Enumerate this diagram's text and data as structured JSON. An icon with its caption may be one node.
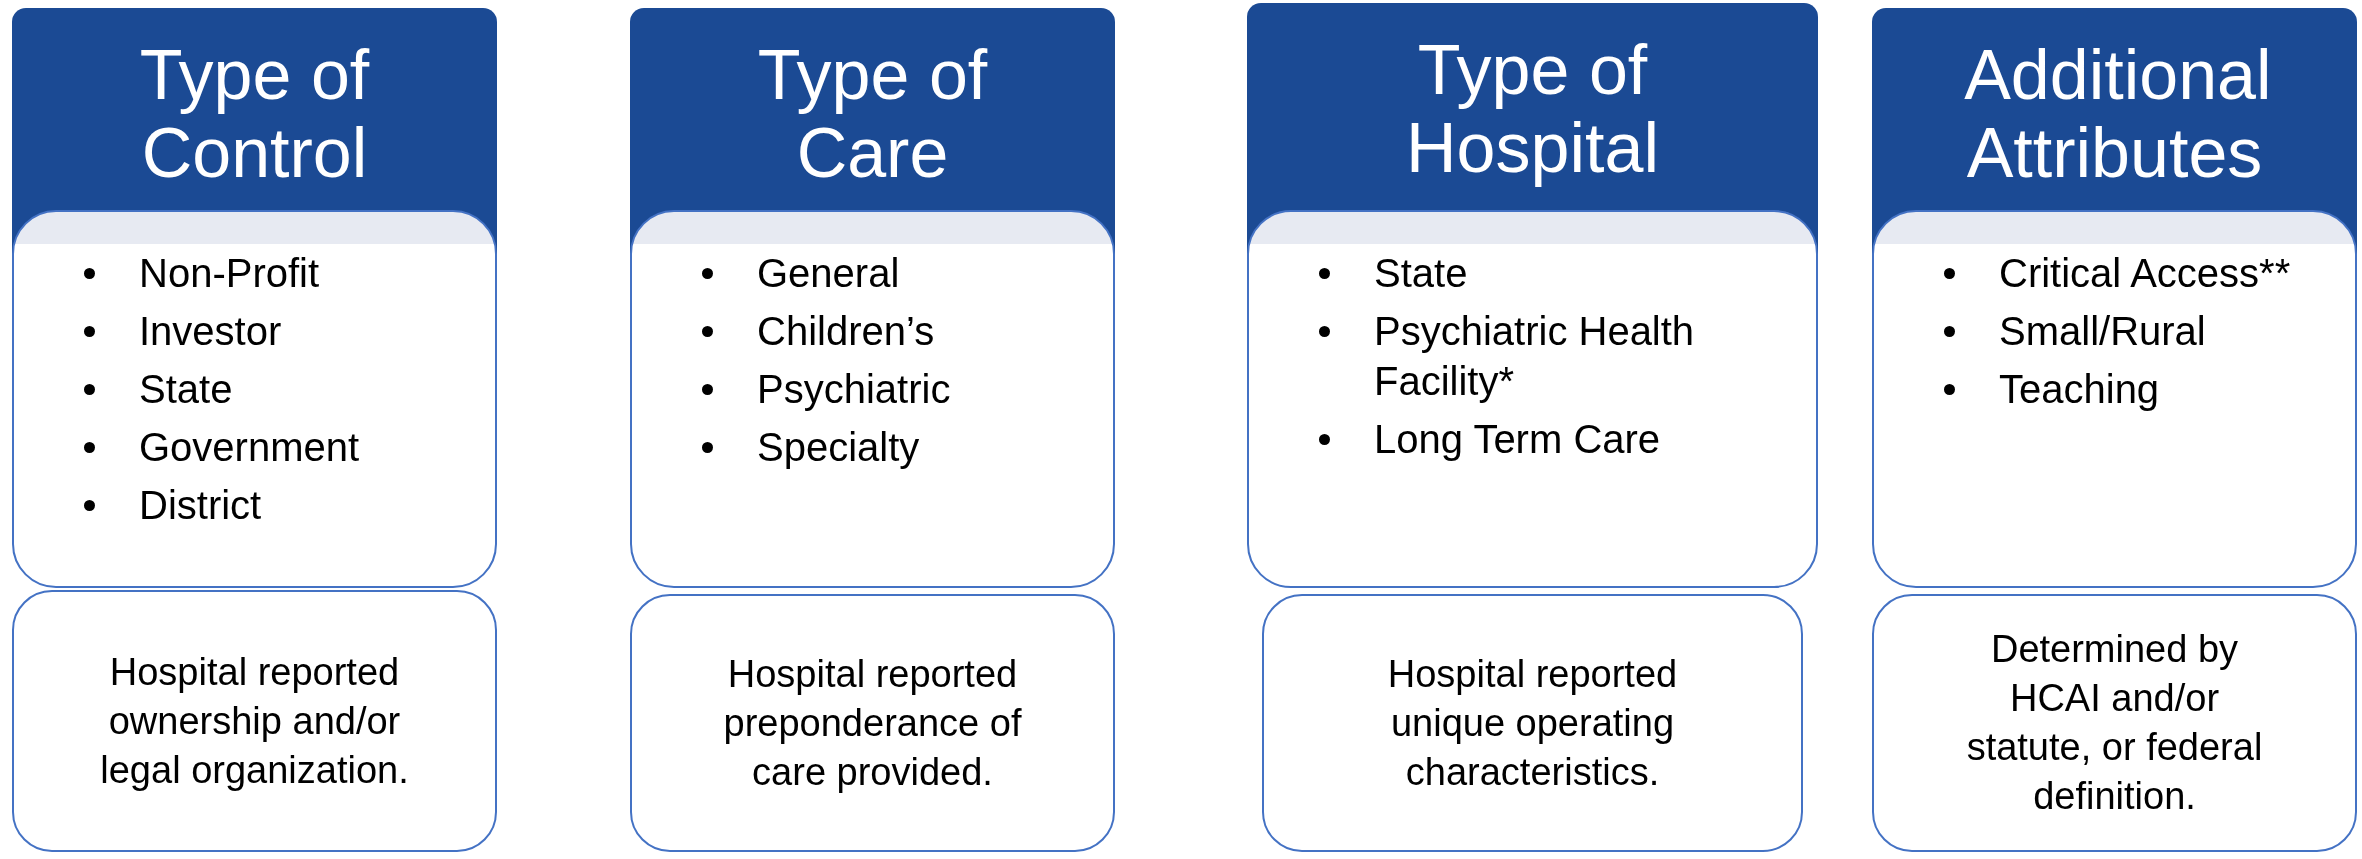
{
  "diagram": {
    "nodes": [
      {
        "text": [
          "Type of Control"
        ]
      },
      {
        "text": [
          "Non-Profit",
          "Investor",
          "State",
          "Government",
          "District"
        ]
      },
      {
        "text": [
          "Hospital reported ownership and/or legal organization."
        ]
      },
      {
        "text": [
          "Type of Care"
        ]
      },
      {
        "text": [
          "General",
          "Children’s",
          "Psychiatric",
          "Specialty"
        ]
      },
      {
        "text": [
          "Hospital reported preponderance of care provided."
        ]
      },
      {
        "text": [
          "Type of Hospital"
        ]
      },
      {
        "text": [
          "State",
          "Psychiatric Health Facility*",
          "Long Term Care"
        ]
      },
      {
        "text": [
          "Hospital reported unique operating characteristics."
        ]
      },
      {
        "text": [
          "Additional Attributes"
        ]
      },
      {
        "text": [
          "Critical Access**",
          "Small/Rural",
          "Teaching"
        ]
      },
      {
        "text": [
          "Determined by HCAI and/or statute, or federal definition."
        ]
      }
    ]
  }
}
